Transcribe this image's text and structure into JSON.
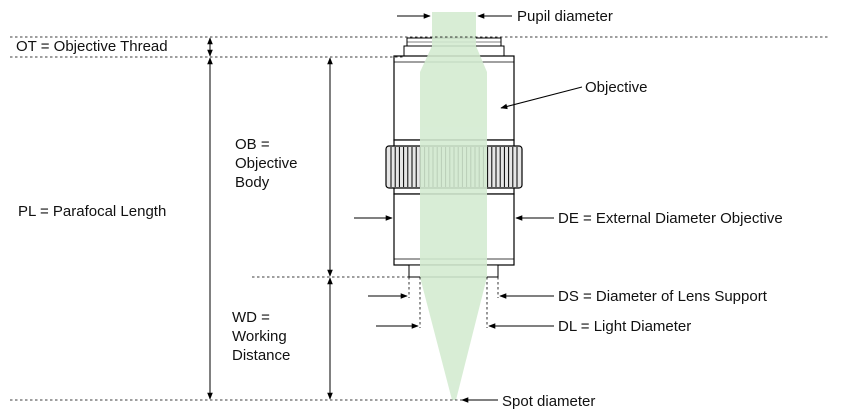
{
  "labels": {
    "pupil_diameter": "Pupil diameter",
    "objective_thread": "OT = Objective Thread",
    "objective": "Objective",
    "objective_body": "OB =\nObjective\nBody",
    "parafocal_length": "PL = Parafocal Length",
    "external_diameter": "DE = External Diameter Objective",
    "lens_support_diameter": "DS = Diameter of Lens Support",
    "light_diameter": "DL = Light Diameter",
    "working_distance": "WD =\nWorking\nDistance",
    "spot_diameter": "Spot diameter"
  },
  "colors": {
    "beam": "#d3ebd0",
    "line": "#000000",
    "body_fill": "#ffffff",
    "knurl_fill": "#e6e6e6"
  }
}
